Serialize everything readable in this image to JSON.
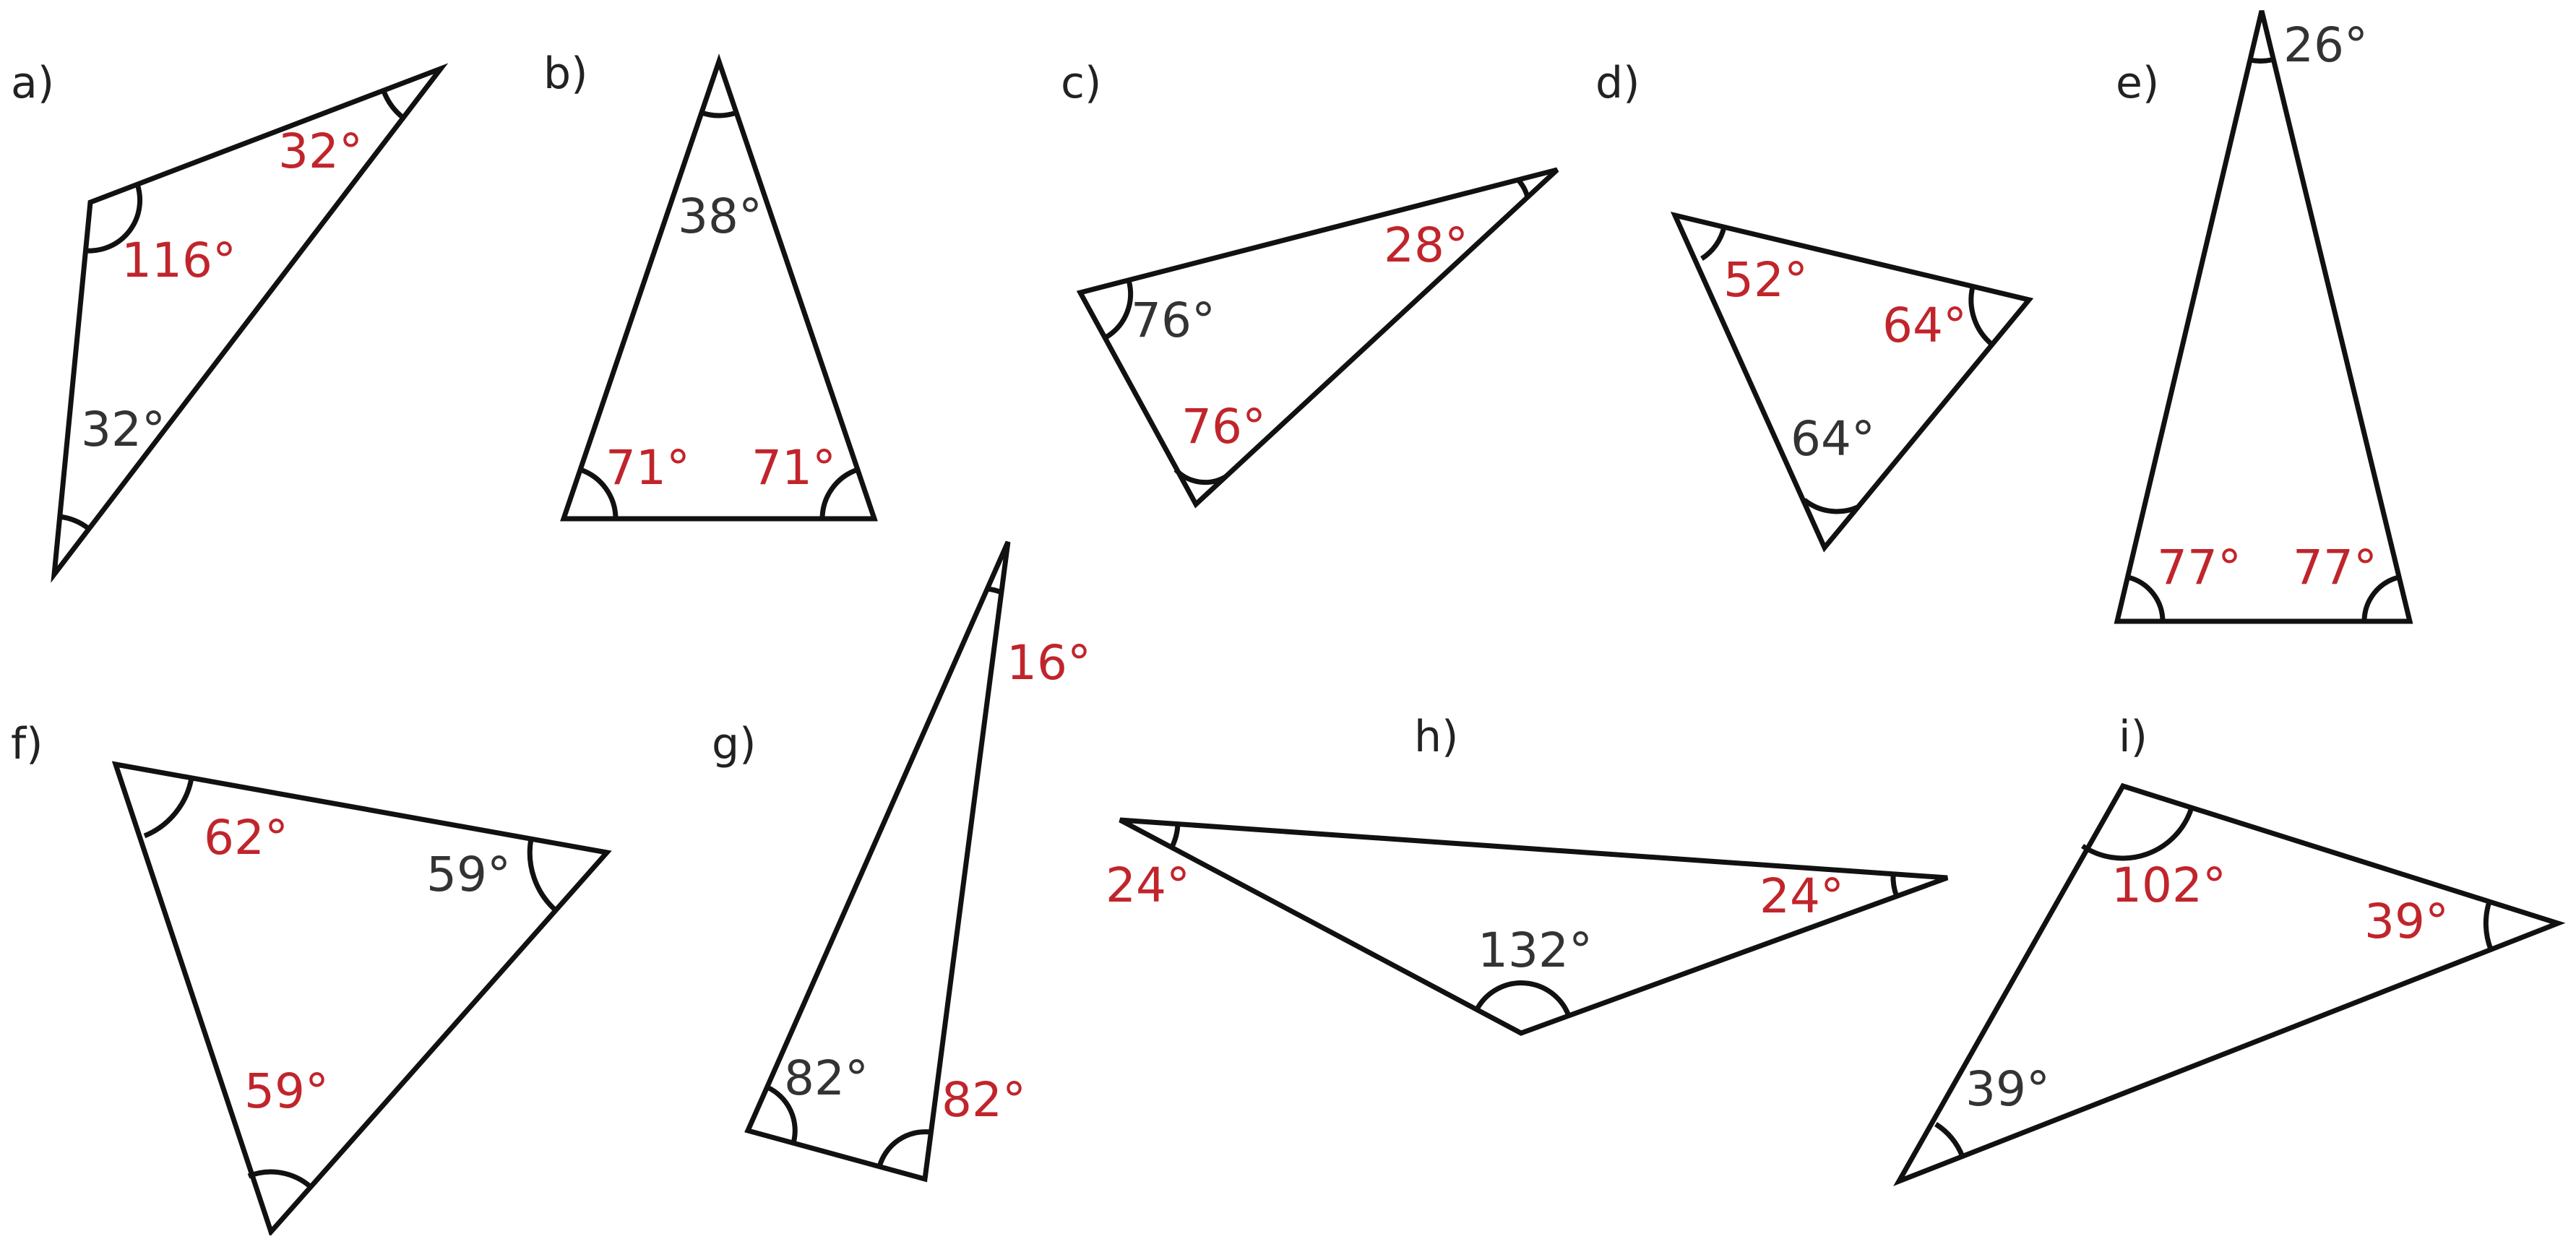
{
  "colors": {
    "given": "#333333",
    "answer": "#c0252b",
    "line": "#111111"
  },
  "triangles": [
    {
      "id": "a",
      "label": "a)",
      "angles": [
        {
          "text": "32°",
          "kind": "answer"
        },
        {
          "text": "116°",
          "kind": "answer"
        },
        {
          "text": "32°",
          "kind": "given"
        }
      ]
    },
    {
      "id": "b",
      "label": "b)",
      "angles": [
        {
          "text": "38°",
          "kind": "given"
        },
        {
          "text": "71°",
          "kind": "answer"
        },
        {
          "text": "71°",
          "kind": "answer"
        }
      ]
    },
    {
      "id": "c",
      "label": "c)",
      "angles": [
        {
          "text": "28°",
          "kind": "answer"
        },
        {
          "text": "76°",
          "kind": "given"
        },
        {
          "text": "76°",
          "kind": "answer"
        }
      ]
    },
    {
      "id": "d",
      "label": "d)",
      "angles": [
        {
          "text": "52°",
          "kind": "answer"
        },
        {
          "text": "64°",
          "kind": "answer"
        },
        {
          "text": "64°",
          "kind": "given"
        }
      ]
    },
    {
      "id": "e",
      "label": "e)",
      "angles": [
        {
          "text": "26°",
          "kind": "given"
        },
        {
          "text": "77°",
          "kind": "answer"
        },
        {
          "text": "77°",
          "kind": "answer"
        }
      ]
    },
    {
      "id": "f",
      "label": "f)",
      "angles": [
        {
          "text": "62°",
          "kind": "answer"
        },
        {
          "text": "59°",
          "kind": "given"
        },
        {
          "text": "59°",
          "kind": "answer"
        }
      ]
    },
    {
      "id": "g",
      "label": "g)",
      "angles": [
        {
          "text": "16°",
          "kind": "answer"
        },
        {
          "text": "82°",
          "kind": "given"
        },
        {
          "text": "82°",
          "kind": "answer"
        }
      ]
    },
    {
      "id": "h",
      "label": "h)",
      "angles": [
        {
          "text": "24°",
          "kind": "answer"
        },
        {
          "text": "24°",
          "kind": "answer"
        },
        {
          "text": "132°",
          "kind": "given"
        }
      ]
    },
    {
      "id": "i",
      "label": "i)",
      "angles": [
        {
          "text": "102°",
          "kind": "answer"
        },
        {
          "text": "39°",
          "kind": "answer"
        },
        {
          "text": "39°",
          "kind": "given"
        }
      ]
    }
  ]
}
